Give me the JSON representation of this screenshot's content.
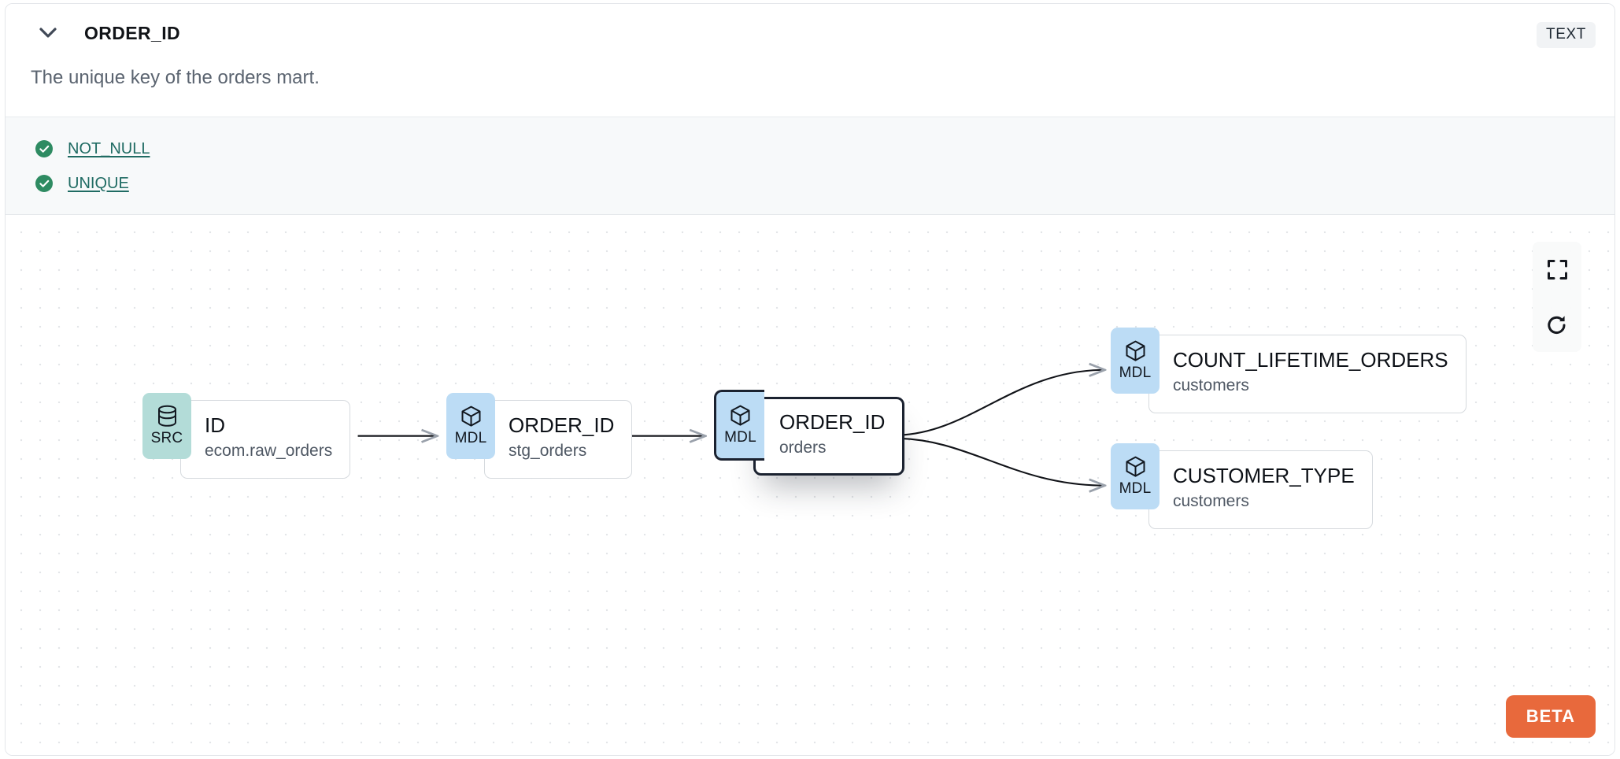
{
  "header": {
    "chevron_icon": "chevron-down-icon",
    "column_name": "ORDER_ID",
    "type_badge": "TEXT",
    "description": "The unique key of the orders mart."
  },
  "tests": [
    {
      "icon": "check-circle-icon",
      "label": "NOT_NULL"
    },
    {
      "icon": "check-circle-icon",
      "label": "UNIQUE"
    }
  ],
  "lineage": {
    "nodes": [
      {
        "id": "n0",
        "kind": "SRC",
        "kind_icon": "database-icon",
        "name": "ID",
        "source": "ecom.raw_orders",
        "selected": false
      },
      {
        "id": "n1",
        "kind": "MDL",
        "kind_icon": "cube-icon",
        "name": "ORDER_ID",
        "source": "stg_orders",
        "selected": false
      },
      {
        "id": "n2",
        "kind": "MDL",
        "kind_icon": "cube-icon",
        "name": "ORDER_ID",
        "source": "orders",
        "selected": true
      },
      {
        "id": "n3",
        "kind": "MDL",
        "kind_icon": "cube-icon",
        "name": "COUNT_LIFETIME_ORDERS",
        "source": "customers",
        "selected": false
      },
      {
        "id": "n4",
        "kind": "MDL",
        "kind_icon": "cube-icon",
        "name": "CUSTOMER_TYPE",
        "source": "customers",
        "selected": false
      }
    ],
    "edges": [
      {
        "from": "n0",
        "to": "n1"
      },
      {
        "from": "n1",
        "to": "n2"
      },
      {
        "from": "n2",
        "to": "n3"
      },
      {
        "from": "n2",
        "to": "n4"
      }
    ]
  },
  "controls": [
    {
      "name": "fit-view-button",
      "icon": "fullscreen-icon"
    },
    {
      "name": "reset-button",
      "icon": "refresh-icon"
    }
  ],
  "beta_badge": "BETA",
  "colors": {
    "src_badge": "#b3dcd8",
    "mdl_badge": "#bcdcf5",
    "beta": "#e8693c",
    "test_link": "#1f6b63",
    "check": "#2e8b62"
  }
}
